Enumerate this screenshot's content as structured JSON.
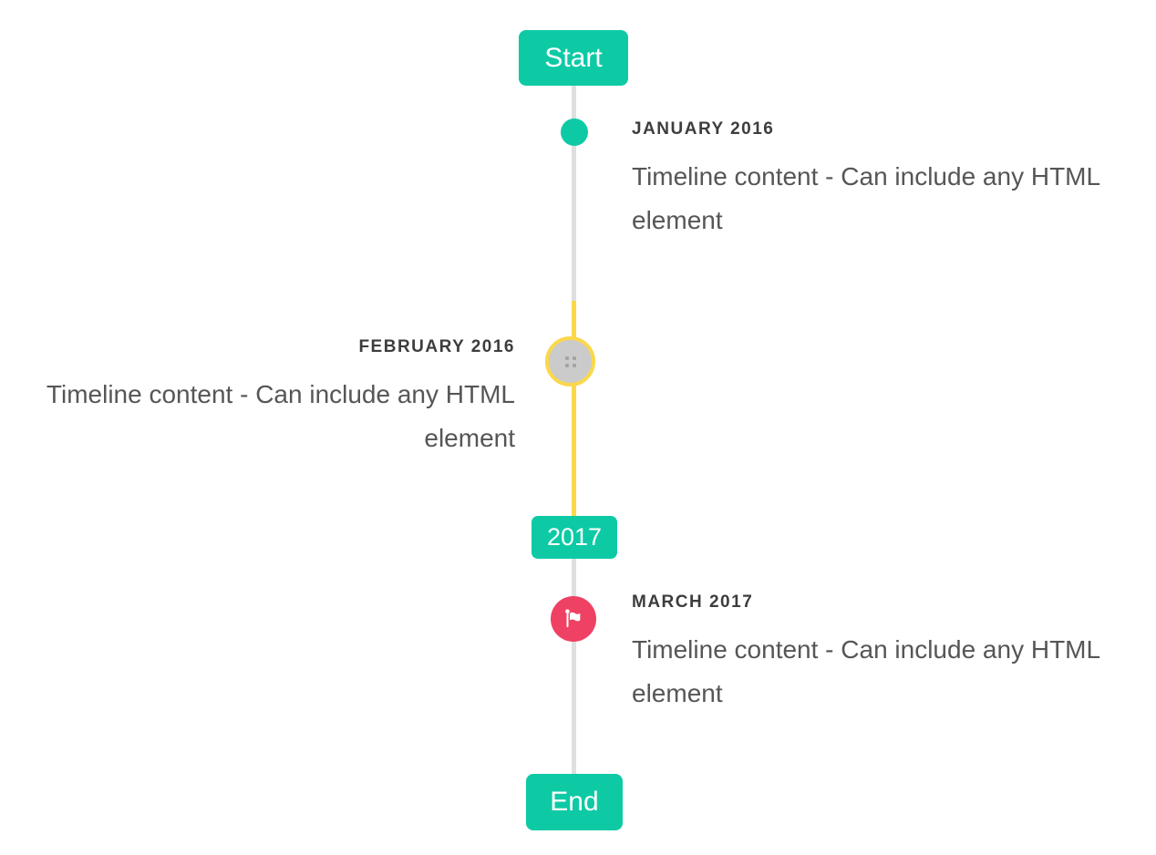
{
  "timeline": {
    "start_label": "Start",
    "end_label": "End",
    "year_badge": "2017",
    "entries": [
      {
        "title": "JANUARY 2016",
        "body": "Timeline content - Can include any HTML element",
        "side": "right",
        "marker": "teal-dot"
      },
      {
        "title": "FEBRUARY 2016",
        "body": "Timeline content - Can include any HTML element",
        "side": "left",
        "marker": "image-placeholder-circle",
        "marker_icon": "broken-image-icon",
        "highlighted": true
      },
      {
        "title": "MARCH 2017",
        "body": "Timeline content - Can include any HTML element",
        "side": "right",
        "marker": "flag-circle",
        "marker_icon": "flag-icon"
      }
    ]
  },
  "colors": {
    "accent_teal": "#0dcaa5",
    "highlight_yellow": "#fad84a",
    "marker_red": "#ef4164",
    "line_gray": "#dfdfdf",
    "placeholder_gray": "#cbcbcb",
    "title_text": "#3d3d3d",
    "body_text": "#565656"
  }
}
